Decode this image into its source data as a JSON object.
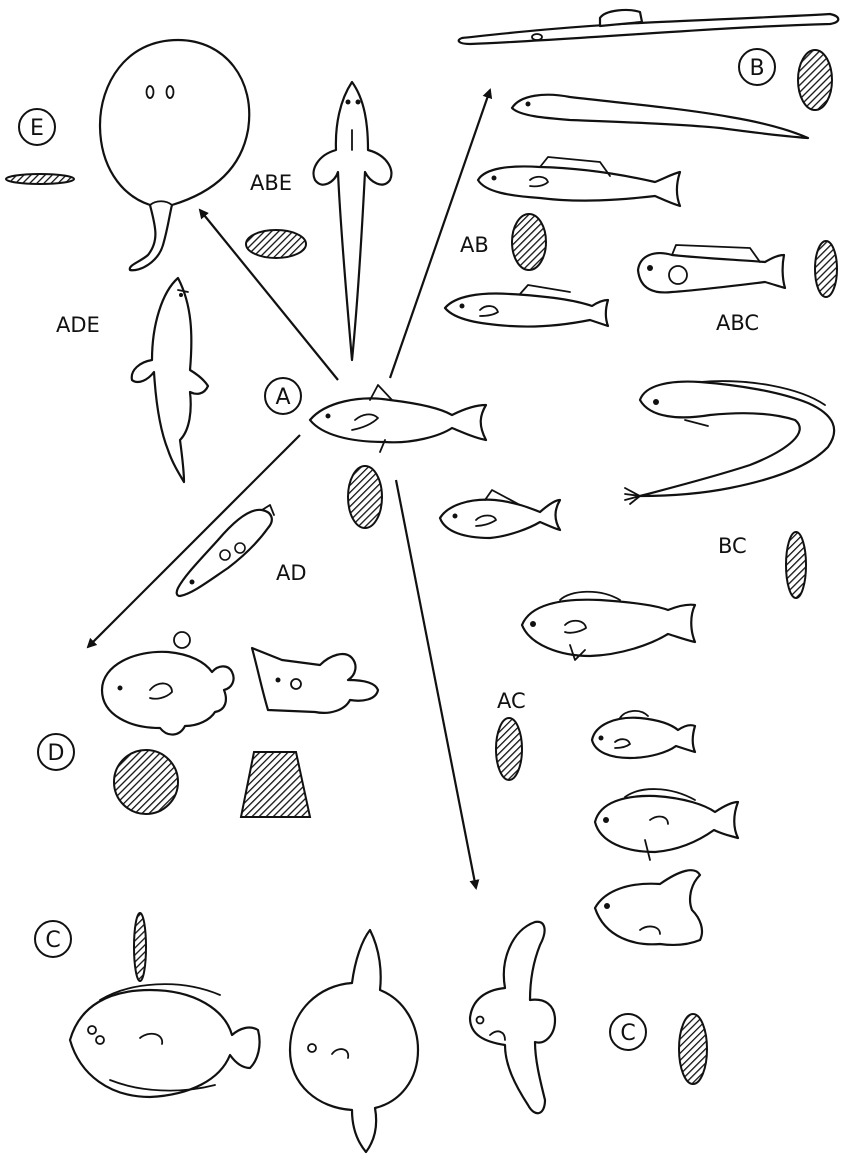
{
  "labels": {
    "A": "A",
    "B": "B",
    "C_top": "C",
    "C_bottom": "C",
    "D": "D",
    "E": "E",
    "ABE": "ABE",
    "ADE": "ADE",
    "AB": "AB",
    "ABC": "ABC",
    "AD": "AD",
    "BC": "BC",
    "AC": "AC"
  }
}
